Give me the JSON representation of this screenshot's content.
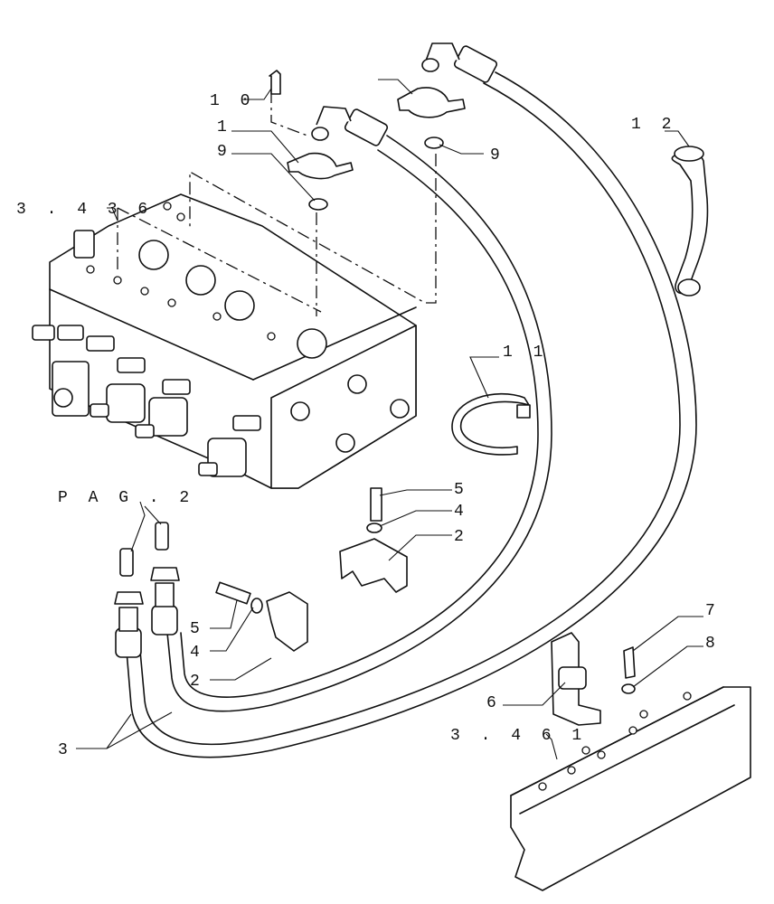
{
  "labels": {
    "l_10": "1 0",
    "l_1": "1",
    "l_9a": "9",
    "l_9b": "9",
    "l_3436": "3 . 4 3 6",
    "l_12": "1 2",
    "l_11": "1 1",
    "l_pag2": "P A G . 2",
    "l_5a": "5",
    "l_4a": "4",
    "l_2a": "2",
    "l_5b": "5",
    "l_4b": "4",
    "l_2b": "2",
    "l_3": "3",
    "l_7": "7",
    "l_8": "8",
    "l_6": "6",
    "l_3461": "3 . 4 6 1"
  }
}
